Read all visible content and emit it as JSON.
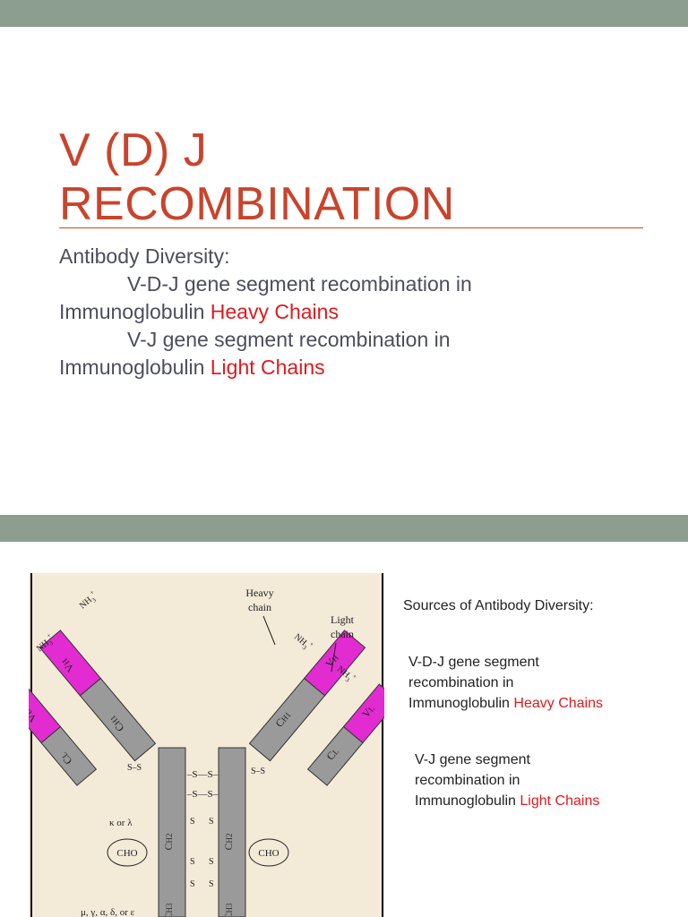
{
  "slide1": {
    "title_line1": "V (D) J",
    "title_line2": "RECOMBINATION",
    "intro": "Antibody Diversity:",
    "heavy_line1": "V-D-J gene segment recombination in",
    "heavy_line2_prefix": "Immunoglobulin ",
    "heavy_highlight": "Heavy Chains",
    "light_line1": "V-J gene segment recombination in",
    "light_line2_prefix": "Immunoglobulin ",
    "light_highlight": "Light Chains"
  },
  "slide2": {
    "sources_heading": "Sources of Antibody Diversity:",
    "heavy_line1": "V-D-J gene segment",
    "heavy_line2": "recombination in",
    "heavy_line3_prefix": "Immunoglobulin ",
    "heavy_highlight": "Heavy Chains",
    "light_line1": "V-J gene segment",
    "light_line2": "recombination in",
    "light_line3_prefix": "Immunoglobulin ",
    "light_highlight": "Light Chains"
  },
  "diagram": {
    "heavy_chain_label_1": "Heavy",
    "heavy_chain_label_2": "chain",
    "light_chain_label_1": "Light",
    "light_chain_label_2": "chain",
    "nh3": "NH",
    "nh3_sub": "3",
    "nh3_sup": "+",
    "vh": "V",
    "vh_sub": "H",
    "vl": "V",
    "vl_sub": "L",
    "ch1": "C",
    "ch1_sub": "H1",
    "ch2": "C",
    "ch2_sub": "H2",
    "ch3": "C",
    "ch3_sub": "H3",
    "cl": "C",
    "cl_sub": "L",
    "cho": "CHO",
    "kappa_lambda": "κ or λ",
    "heavy_isotypes": "μ, γ, α, δ, or ε",
    "s": "S",
    "ss": "S–S",
    "ss_bridge": "–S—S–",
    "colors": {
      "variable": "#e22bd0",
      "constant": "#9a9a9a",
      "background": "#f3ead8",
      "hinge": "#bdbdbd"
    }
  }
}
